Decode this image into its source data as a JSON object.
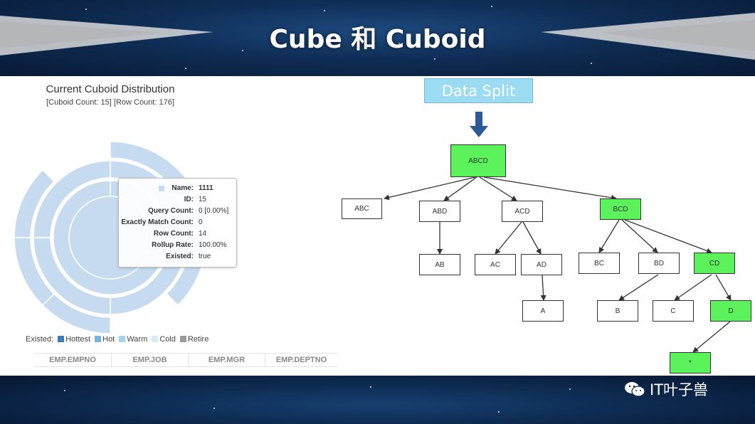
{
  "title": "Cube 和 Cuboid",
  "left_panel": {
    "title": "Current Cuboid Distribution",
    "subtitle": "[Cuboid Count: 15] [Row Count: 176]",
    "tooltip": [
      {
        "key": "Name:",
        "value": "1111"
      },
      {
        "key": "ID:",
        "value": "15"
      },
      {
        "key": "Query Count:",
        "value": "0 [0.00%]"
      },
      {
        "key": "Exactly Match Count:",
        "value": "0"
      },
      {
        "key": "Row Count:",
        "value": "14"
      },
      {
        "key": "Rollup Rate:",
        "value": "100.00%"
      },
      {
        "key": "Existed:",
        "value": "true"
      }
    ],
    "legend": {
      "label": "Existed:",
      "items": [
        {
          "name": "Hottest",
          "color": "#3a7dc0"
        },
        {
          "name": "Hot",
          "color": "#74b3e0"
        },
        {
          "name": "Warm",
          "color": "#a9d3ef"
        },
        {
          "name": "Cold",
          "color": "#d6ebf8"
        },
        {
          "name": "Retire",
          "color": "#9a9a9a"
        }
      ]
    },
    "columns": [
      "EMP.EMPNO",
      "EMP.JOB",
      "EMP.MGR",
      "EMP.DEPTNO"
    ],
    "sunburst_color": "#c6dbef"
  },
  "tree": {
    "header": "Data Split",
    "nodes": {
      "ABCD": "ABCD",
      "ABC": "ABC",
      "ABD": "ABD",
      "ACD": "ACD",
      "BCD": "BCD",
      "AB": "AB",
      "AC": "AC",
      "AD": "AD",
      "BC": "BC",
      "BD": "BD",
      "CD": "CD",
      "A": "A",
      "B": "B",
      "C": "C",
      "D": "D",
      "STAR": "*"
    },
    "highlight_color": "#5cf25c",
    "arrow_color": "#2b5a9a"
  },
  "brand": {
    "text": "IT叶子兽",
    "icon": "wechat-icon"
  }
}
